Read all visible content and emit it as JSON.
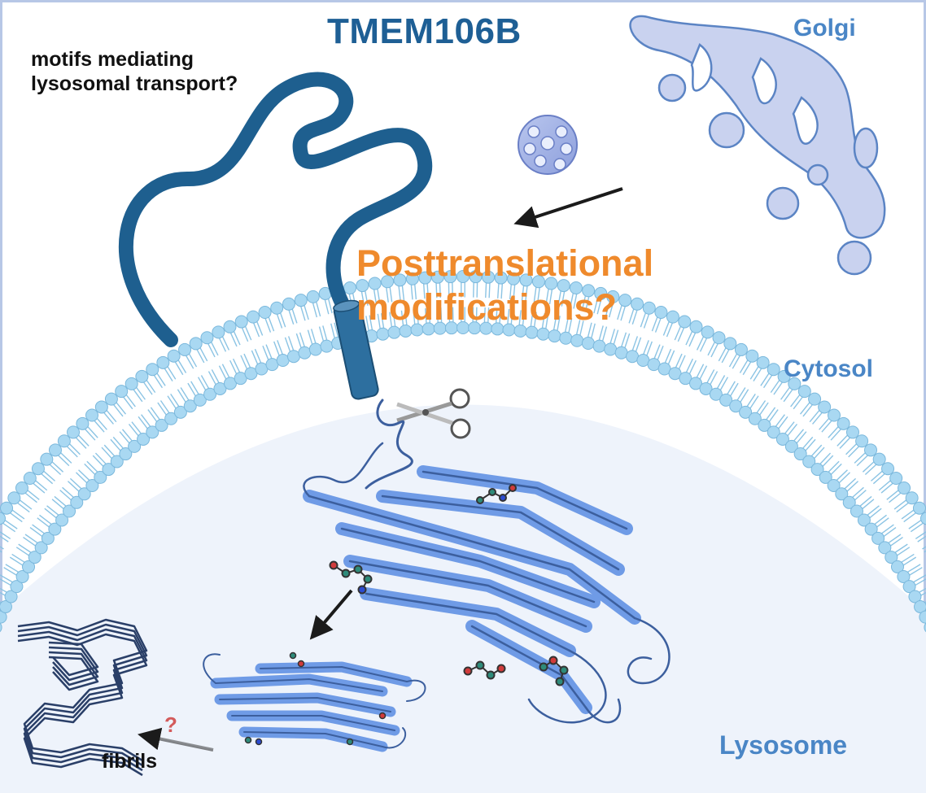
{
  "labels": {
    "title": "TMEM106B",
    "golgi": "Golgi",
    "cytosol": "Cytosol",
    "lysosome": "Lysosome",
    "motifs_line1": "motifs mediating",
    "motifs_line2": "lysosomal transport?",
    "ptm_line1": "Posttranslational",
    "ptm_line2": "modifications?",
    "fibrils": "fibrils",
    "question_mark": "?"
  },
  "icons": {
    "scissors": "scissors-icon",
    "vesicle": "vesicle-icon",
    "golgi": "golgi-apparatus-icon"
  },
  "colors": {
    "title": "#1e5f95",
    "compartment_labels": "#4a86c6",
    "ptm_text": "#ef8a2c",
    "protein_tail": "#1e5f8f",
    "protein_fold": "#6f9be6",
    "membrane_head": "#a9d8f2",
    "golgi_fill": "#c9d2ef",
    "lysosome_fill": "#eef3fb",
    "question_mark": "#d35a5a"
  }
}
